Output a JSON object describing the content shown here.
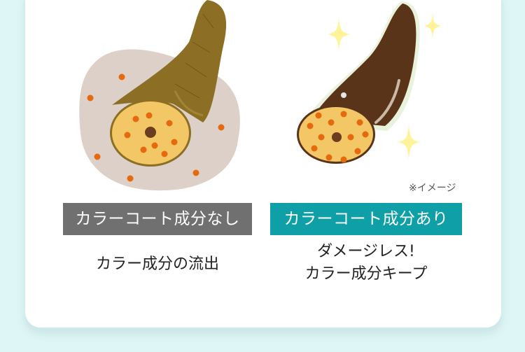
{
  "note": "※イメージ",
  "left": {
    "label": "カラーコート成分なし",
    "result": "カラー成分の流出"
  },
  "right": {
    "label": "カラーコート成分あり",
    "result_line1": "ダメージレス!",
    "result_line2": "カラー成分キープ"
  },
  "colors": {
    "page_bg": "#dff6f6",
    "card_bg": "#ffffff",
    "label_gray": "#707070",
    "label_teal": "#0f9fa7",
    "hair_damaged": "#8c6f24",
    "hair_healthy": "#5a3419",
    "core": "#f3c766",
    "pigment_dot": "#e46a0d"
  },
  "icons": [
    "damaged-hair-illustration",
    "healthy-hair-illustration",
    "sparkle-icon"
  ]
}
